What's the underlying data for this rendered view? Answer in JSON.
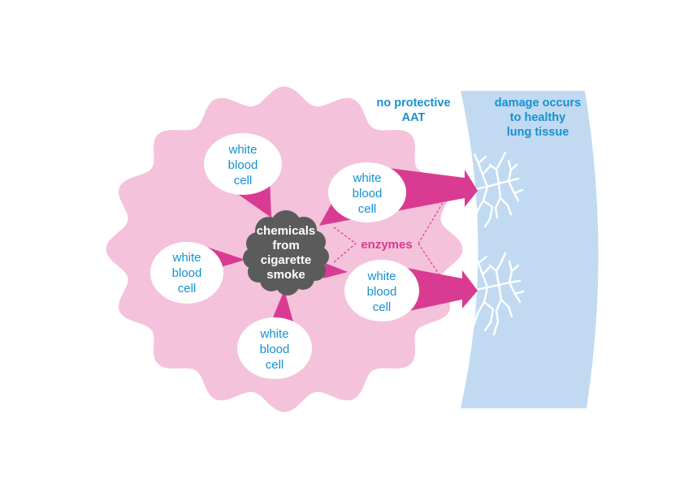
{
  "diagram": {
    "cells": [
      {
        "lines": [
          "white",
          "blood",
          "cell"
        ]
      },
      {
        "lines": [
          "white",
          "blood",
          "cell"
        ]
      },
      {
        "lines": [
          "white",
          "blood",
          "cell"
        ]
      },
      {
        "lines": [
          "white",
          "blood",
          "cell"
        ]
      },
      {
        "lines": [
          "white",
          "blood",
          "cell"
        ]
      }
    ],
    "smoke": {
      "lines": [
        "chemicals",
        "from",
        "cigarette",
        "smoke"
      ]
    },
    "enzymes_label": "enzymes",
    "no_aat_label": {
      "lines": [
        "no protective",
        "AAT"
      ]
    },
    "damage_label": {
      "lines": [
        "damage occurs",
        "to healthy",
        "lung tissue"
      ]
    },
    "colors": {
      "cloud": "#f4c2da",
      "arrow": "#d93b92",
      "cell_fill": "#ffffff",
      "cell_text": "#1591cf",
      "smoke": "#5b5b5b",
      "tissue": "#c1daf2",
      "label_blue": "#1591cf"
    }
  }
}
